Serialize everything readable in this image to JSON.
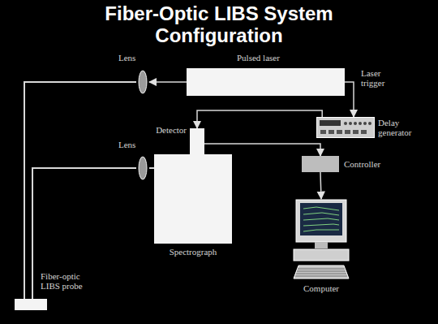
{
  "diagram": {
    "title": "Fiber-Optic LIBS System Configuration",
    "nodes": [
      {
        "text": [
          "Pulsed laser"
        ]
      },
      {
        "text": [
          "Lens"
        ]
      },
      {
        "text": [
          "Delay generator"
        ]
      },
      {
        "text": [
          "Detector"
        ]
      },
      {
        "text": [
          "Lens"
        ]
      },
      {
        "text": [
          "Spectrograph"
        ]
      },
      {
        "text": [
          "Controller"
        ]
      },
      {
        "text": [
          "Computer"
        ]
      },
      {
        "text": [
          "Fiber-optic LIBS probe"
        ]
      }
    ],
    "edges": [
      {
        "from": 0,
        "to": 1,
        "arrow": "to"
      },
      {
        "from": 0,
        "to": 2,
        "label": "Laser trigger",
        "arrow": "to"
      },
      {
        "from": 2,
        "to": 3,
        "arrow": "to"
      },
      {
        "from": 3,
        "to": 6,
        "arrow": "to"
      },
      {
        "from": 6,
        "to": 7,
        "arrow": "to"
      },
      {
        "from": 1,
        "to": 8,
        "arrow": "none"
      },
      {
        "from": 8,
        "to": 4,
        "arrow": "none"
      },
      {
        "from": 4,
        "to": 5,
        "arrow": "none"
      }
    ]
  }
}
